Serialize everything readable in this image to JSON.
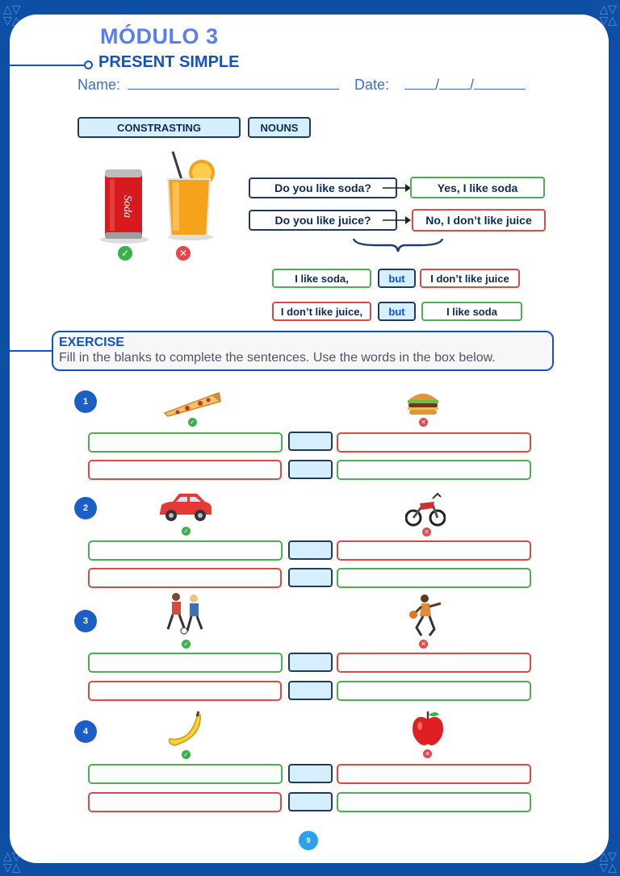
{
  "header": {
    "module": "MÓDULO 3",
    "topic": "PRESENT SIMPLE",
    "name_label": "Name:",
    "date_label": "Date:",
    "date_sep1": "/",
    "date_sep2": "/"
  },
  "section_labels": [
    "CONSTRASTING",
    "NOUNS"
  ],
  "dialogue": [
    {
      "question": "Do you like soda?",
      "answer": "Yes, I like soda"
    },
    {
      "question": "Do you like juice?",
      "answer": "No, I don’t like juice"
    }
  ],
  "contrast": [
    {
      "left": "I like soda,",
      "connector": "but",
      "right": "I don’t like juice"
    },
    {
      "left": "I don’t like juice,",
      "connector": "but",
      "right": "I like soda"
    }
  ],
  "exercise": {
    "title": "EXERCISE",
    "instructions": "Fill in the blanks to complete the sentences. Use the words in the box below."
  },
  "items": [
    {
      "number": "1",
      "liked": "pizza-icon",
      "disliked": "burger-icon"
    },
    {
      "number": "2",
      "liked": "car-icon",
      "disliked": "motorcycle-icon"
    },
    {
      "number": "3",
      "liked": "soccer-icon",
      "disliked": "basketball-icon"
    },
    {
      "number": "4",
      "liked": "banana-icon",
      "disliked": "apple-icon"
    }
  ],
  "colors": {
    "like": "#4caf50",
    "dislike": "#e04848",
    "brand": "#1253c4",
    "frame": "#0d4fa5"
  },
  "page_number": "9"
}
